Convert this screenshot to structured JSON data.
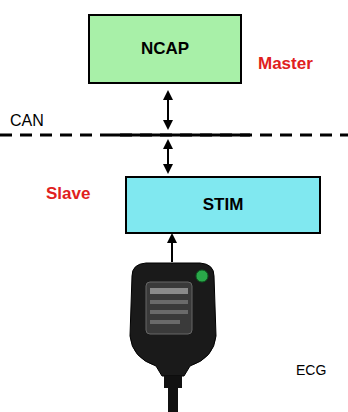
{
  "diagram": {
    "nodes": [
      {
        "text": [
          "NCAP"
        ]
      },
      {
        "text": [
          "STIM"
        ]
      },
      {
        "text": [
          "ECG"
        ]
      }
    ],
    "edges": [
      {
        "from": 2,
        "to": 1,
        "arrow": "to"
      }
    ],
    "labels": [
      "Master",
      "CAN",
      "Slave"
    ]
  }
}
